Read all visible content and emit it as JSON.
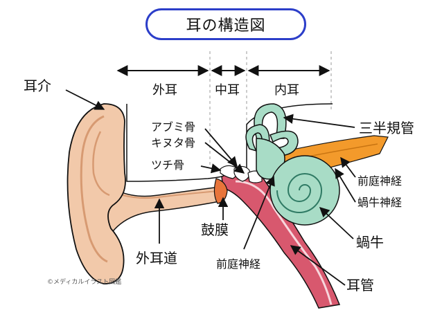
{
  "title": "耳の構造図",
  "sections": {
    "outer": "外耳",
    "middle": "中耳",
    "inner": "内耳"
  },
  "labels": {
    "pinna": "耳介",
    "stapes": "アブミ骨",
    "incus": "キヌタ骨",
    "malleus": "ツチ骨",
    "canals": "三半規管",
    "vestibular_nerve_right": "前庭神経",
    "cochlear_nerve": "蝸牛神経",
    "cochlea": "蝸牛",
    "eardrum": "鼓膜",
    "ear_canal": "外耳道",
    "vestibular_nerve_bottom": "前庭神経",
    "eustachian_tube": "耳管"
  },
  "copyright": "©メディカルイラスト図鑑",
  "colors": {
    "skin": "#f2c9aa",
    "skin_dark": "#d79a72",
    "inner_ear": "#a8dcc6",
    "nerve": "#f39a2b",
    "tube": "#d8586e",
    "eardrum": "#e8743a",
    "title_border": "#2c3ec9"
  }
}
